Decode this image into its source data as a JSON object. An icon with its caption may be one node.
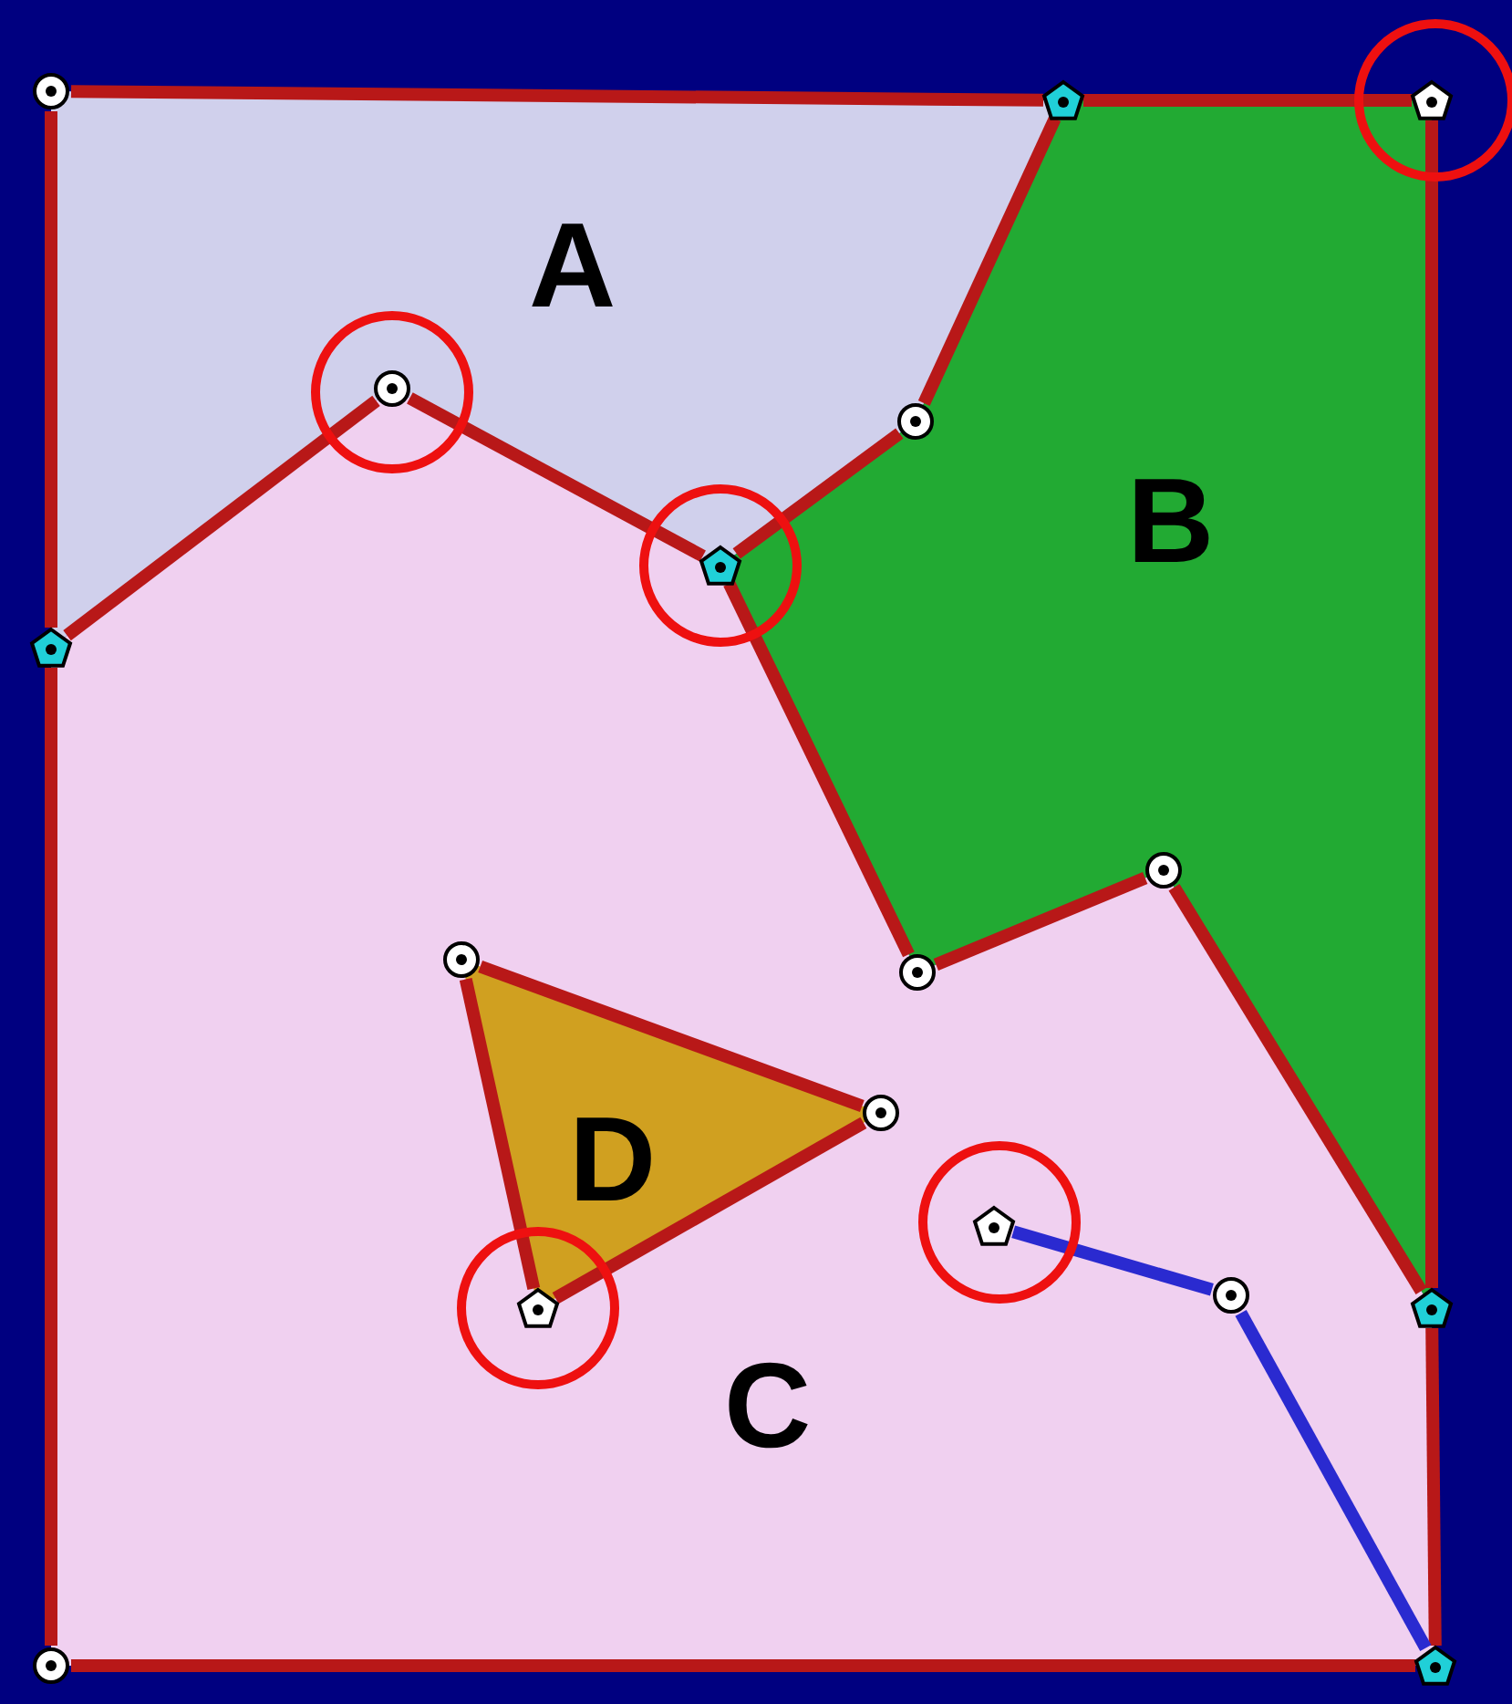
{
  "diagram": {
    "nodes": [
      {
        "text": [],
        "shape": "circle"
      },
      {
        "text": [],
        "shape": "pentagon"
      },
      {
        "text": [],
        "shape": "pentagon"
      },
      {
        "text": [],
        "shape": "circle"
      },
      {
        "text": [],
        "shape": "circle"
      },
      {
        "text": [],
        "shape": "pentagon"
      },
      {
        "text": [],
        "shape": "pentagon"
      },
      {
        "text": [],
        "shape": "circle"
      },
      {
        "text": [],
        "shape": "circle"
      },
      {
        "text": [],
        "shape": "circle"
      },
      {
        "text": [],
        "shape": "circle"
      },
      {
        "text": [],
        "shape": "pentagon"
      },
      {
        "text": [],
        "shape": "circle"
      },
      {
        "text": [],
        "shape": "pentagon"
      },
      {
        "text": [],
        "shape": "pentagon"
      },
      {
        "text": [],
        "shape": "circle"
      },
      {
        "text": [],
        "shape": "pentagon"
      }
    ],
    "edges": [
      {
        "from": 0,
        "to": 1,
        "arrow": "none"
      },
      {
        "from": 1,
        "to": 2,
        "arrow": "none"
      },
      {
        "from": 0,
        "to": 5,
        "arrow": "none"
      },
      {
        "from": 5,
        "to": 15,
        "arrow": "none"
      },
      {
        "from": 15,
        "to": 16,
        "arrow": "none"
      },
      {
        "from": 2,
        "to": 13,
        "arrow": "none"
      },
      {
        "from": 13,
        "to": 16,
        "arrow": "none"
      },
      {
        "from": 5,
        "to": 3,
        "arrow": "none"
      },
      {
        "from": 3,
        "to": 6,
        "arrow": "none"
      },
      {
        "from": 6,
        "to": 4,
        "arrow": "none"
      },
      {
        "from": 4,
        "to": 1,
        "arrow": "none"
      },
      {
        "from": 6,
        "to": 8,
        "arrow": "none"
      },
      {
        "from": 8,
        "to": 7,
        "arrow": "none"
      },
      {
        "from": 7,
        "to": 13,
        "arrow": "none"
      },
      {
        "from": 9,
        "to": 10,
        "arrow": "none"
      },
      {
        "from": 10,
        "to": 14,
        "arrow": "none"
      },
      {
        "from": 14,
        "to": 9,
        "arrow": "none"
      },
      {
        "from": 11,
        "to": 12,
        "arrow": "none",
        "color": "#2a2ad0"
      },
      {
        "from": 12,
        "to": 16,
        "arrow": "none",
        "color": "#2a2ad0"
      }
    ],
    "labels": [
      "A",
      "B",
      "D",
      "C"
    ]
  }
}
